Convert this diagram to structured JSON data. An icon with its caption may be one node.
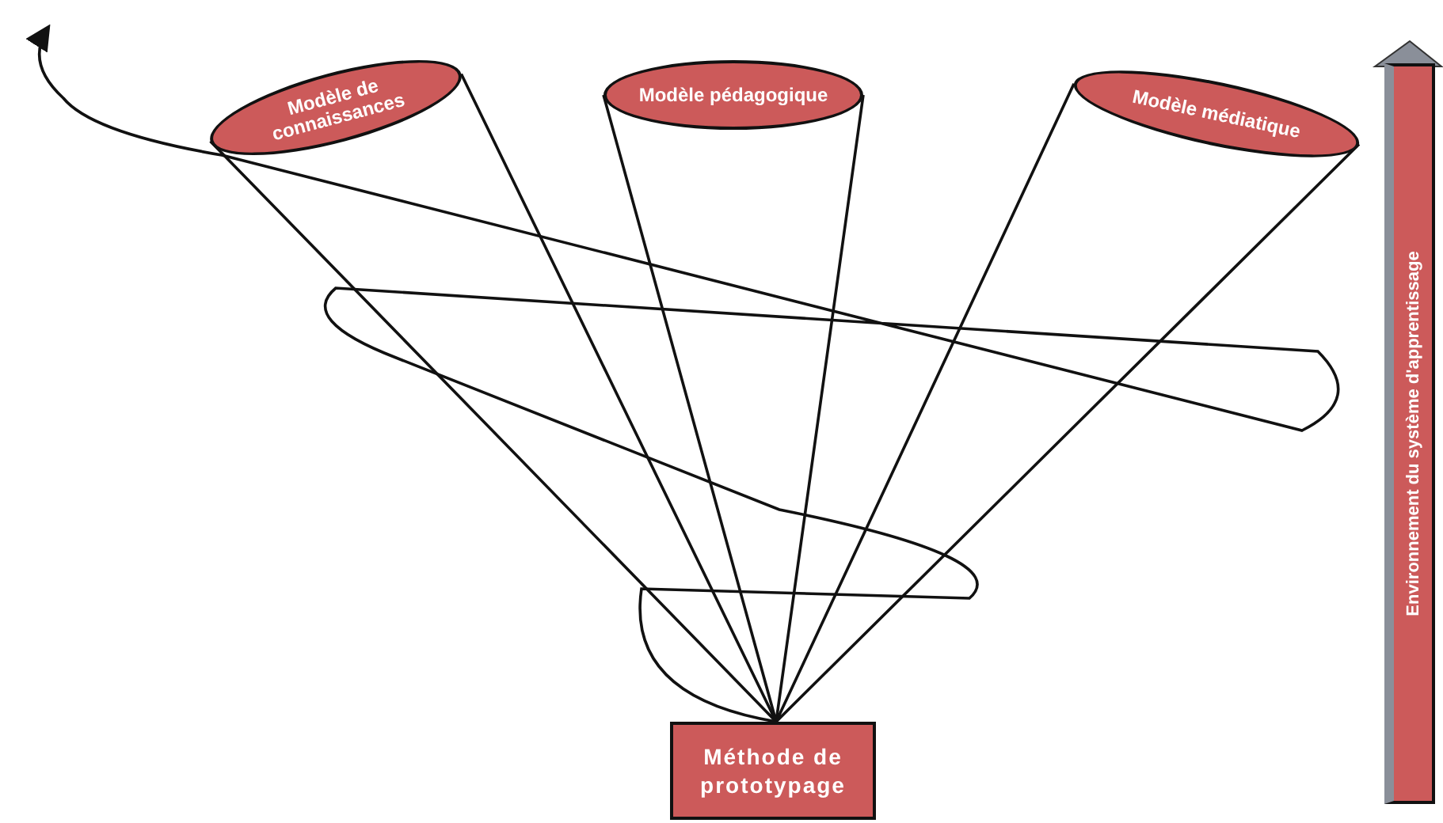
{
  "diagram": {
    "nodes": [
      {
        "text": [
          "Modèle de connaissances"
        ]
      },
      {
        "text": [
          "Modèle pédagogique"
        ]
      },
      {
        "text": [
          "Modèle médiatique"
        ]
      },
      {
        "text": [
          "Méthode de prototypage"
        ]
      },
      {
        "text": [
          "Environnement du système d'apprentissage"
        ]
      }
    ],
    "edges": [
      {
        "from": 3,
        "to": 0,
        "arrow": "none"
      },
      {
        "from": 3,
        "to": 1,
        "arrow": "none"
      },
      {
        "from": 3,
        "to": 2,
        "arrow": "none"
      },
      {
        "from": 3,
        "to": null,
        "arrow": "to"
      }
    ]
  }
}
